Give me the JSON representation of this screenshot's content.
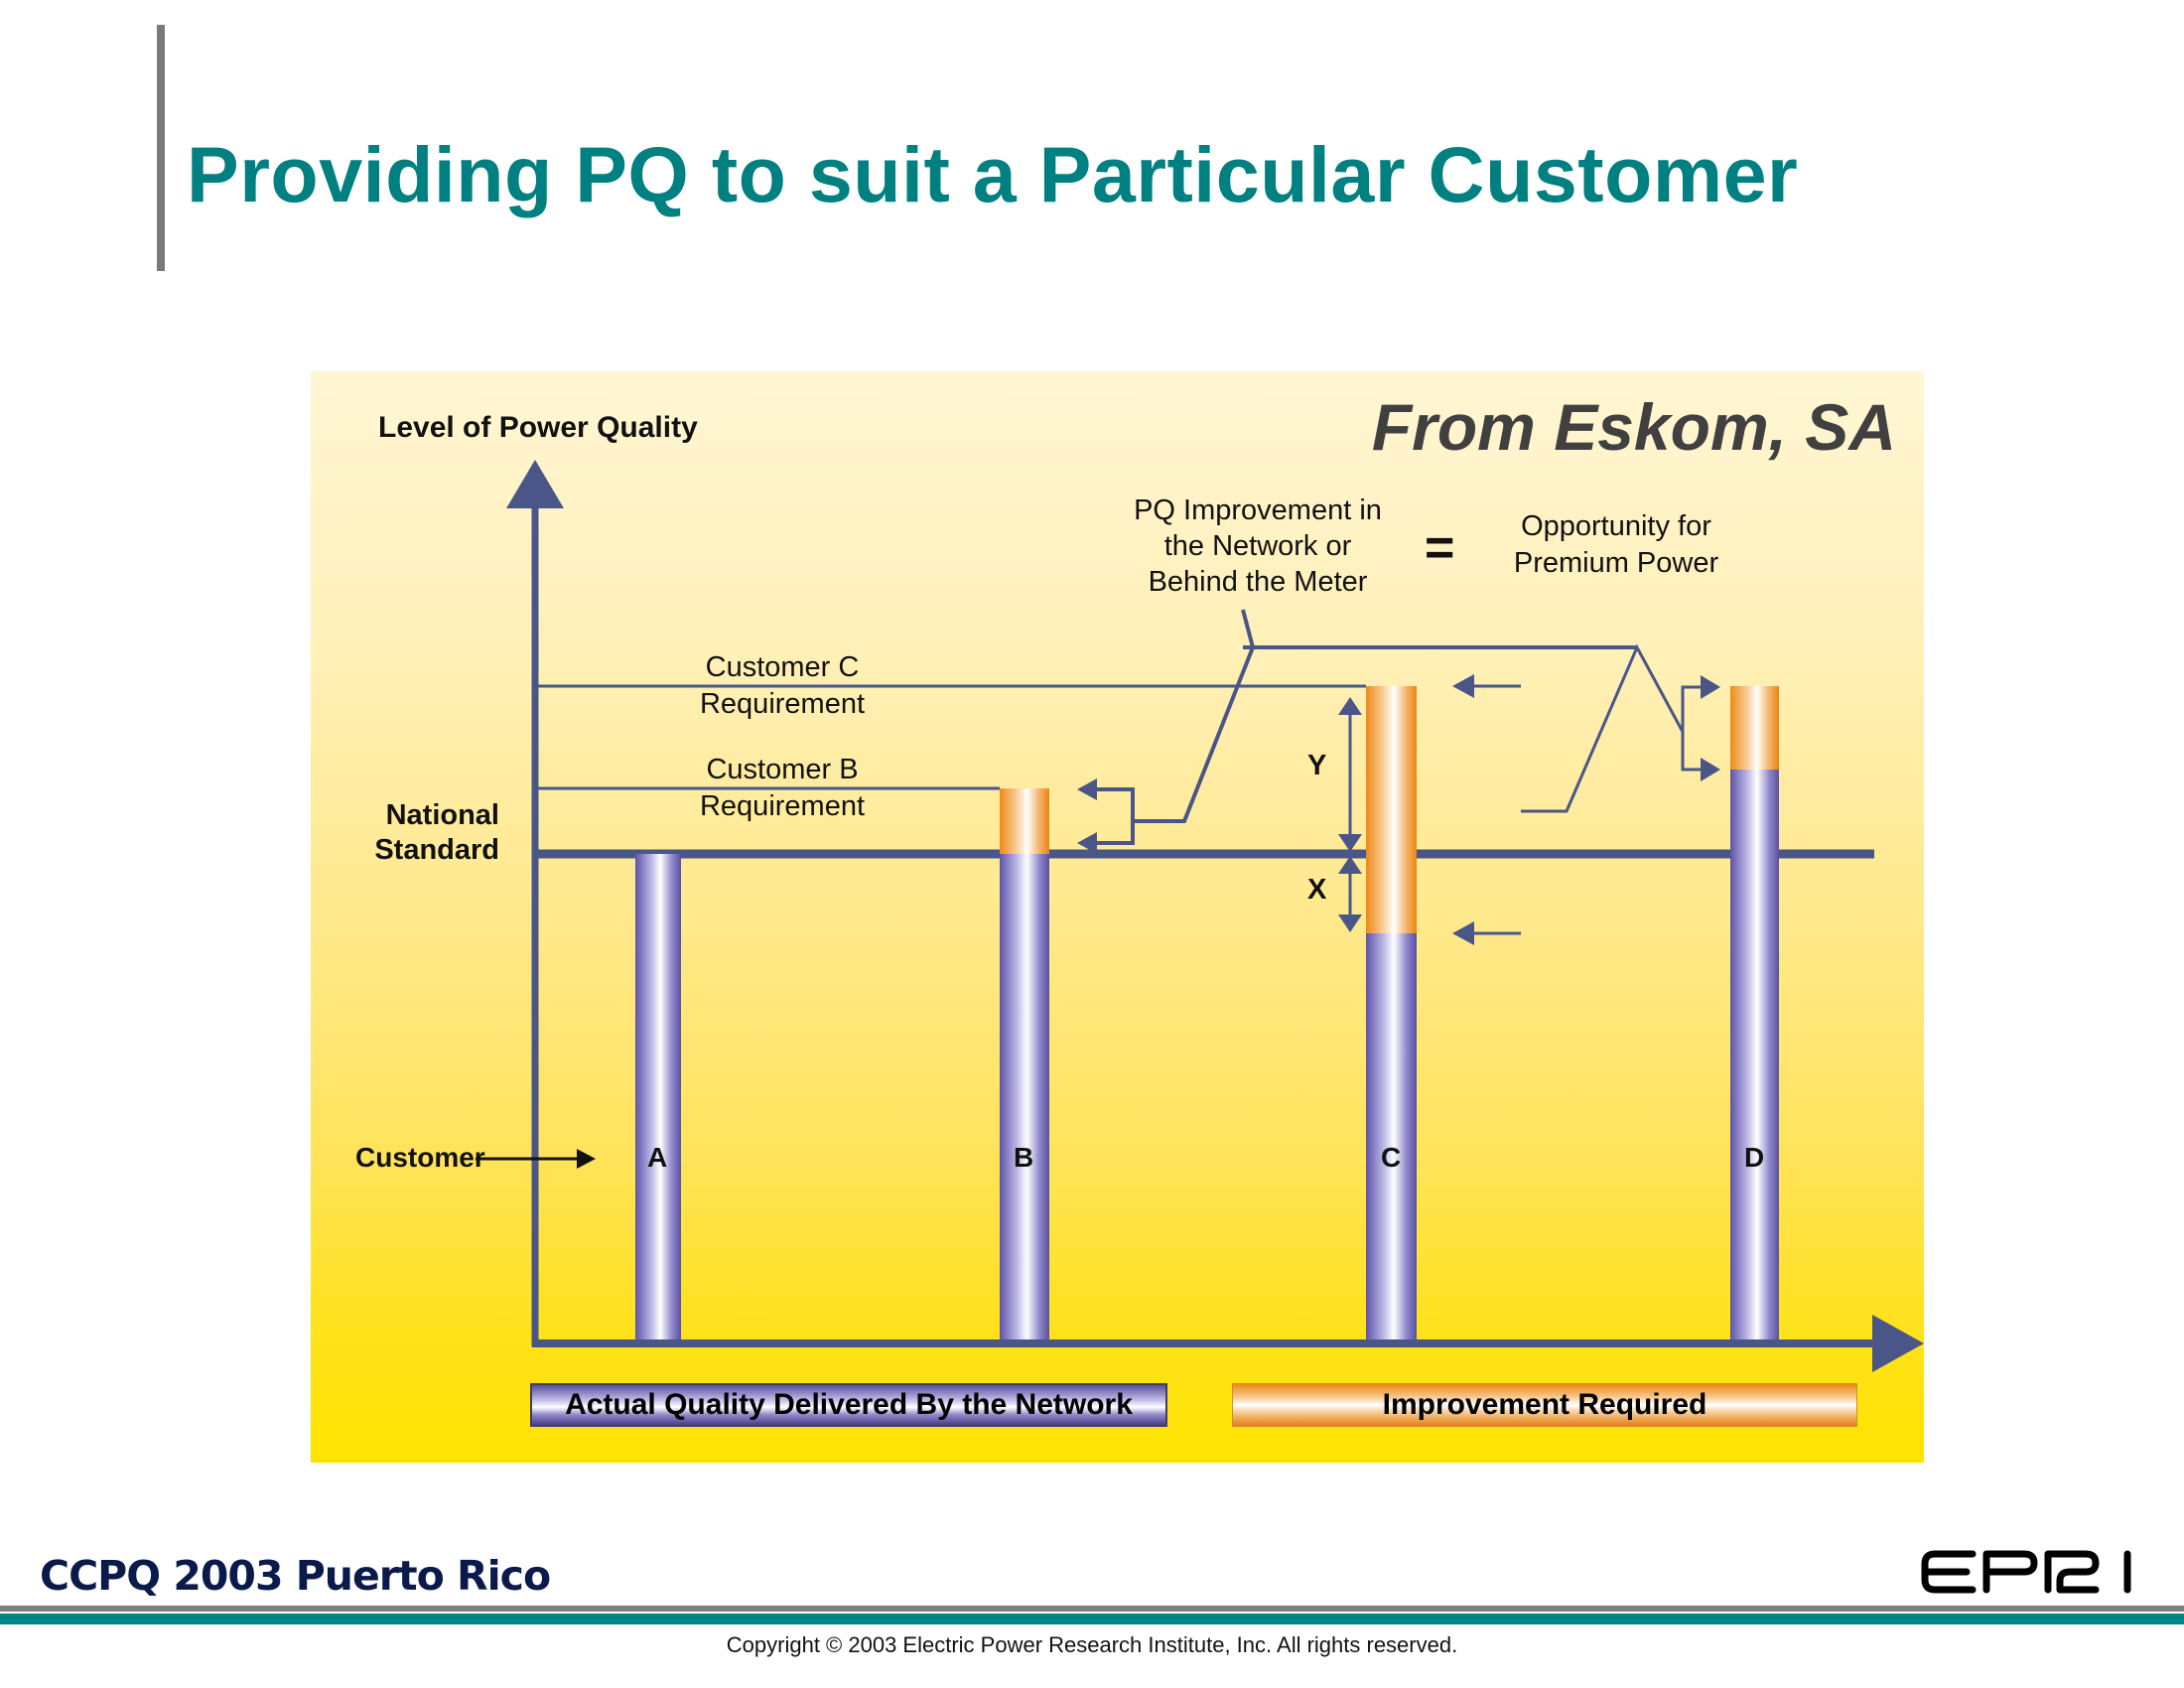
{
  "slide": {
    "title": "Providing PQ to suit a Particular Customer",
    "footer_event": "CCPQ 2003 Puerto Rico",
    "copyright": "Copyright © 2003 Electric Power Research Institute, Inc. All rights reserved.",
    "logo_text": "EPRI"
  },
  "figure": {
    "source_note": "From Eskom, SA",
    "y_axis_label": "Level of Power Quality",
    "national_standard_label": [
      "National",
      "Standard"
    ],
    "customer_c_req_label": [
      "Customer C",
      "Requirement"
    ],
    "customer_b_req_label": [
      "Customer B",
      "Requirement"
    ],
    "callout_left": [
      "PQ Improvement in",
      "the Network or",
      "Behind the Meter"
    ],
    "equals_sign": "=",
    "callout_right": [
      "Opportunity for",
      "Premium Power"
    ],
    "customer_row_label": "Customer",
    "dimension_labels": {
      "y": "Y",
      "x": "X"
    },
    "customers": [
      {
        "id": "A",
        "actual_level": "at national standard",
        "improvement": "none"
      },
      {
        "id": "B",
        "actual_level": "at national standard",
        "improvement": "up to Customer B requirement"
      },
      {
        "id": "C",
        "actual_level": "below national standard",
        "improvement": "X (to national standard) + Y (to Customer C requirement)"
      },
      {
        "id": "D",
        "actual_level": "above national standard",
        "improvement": "up to Customer C requirement level"
      }
    ],
    "legend": [
      {
        "label": "Actual Quality Delivered By the Network",
        "color": "#5a4f9a"
      },
      {
        "label": "Improvement Required",
        "color": "#e88a1a"
      }
    ],
    "colors": {
      "title": "#008080",
      "axis": "#4a5688",
      "actual_pipe": "#6a60b0",
      "improvement_pipe": "#ee8e1e"
    }
  }
}
